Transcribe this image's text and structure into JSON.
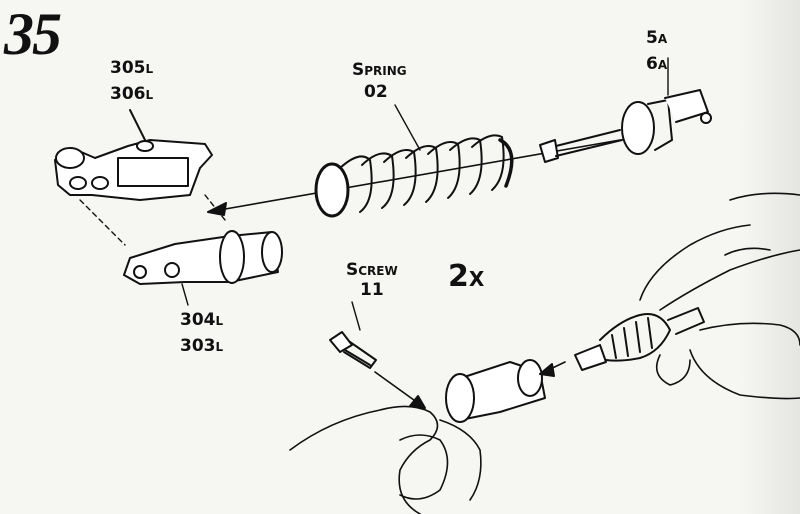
{
  "step": "35",
  "labels": {
    "top_part_a": {
      "num": "305",
      "suffix": "L"
    },
    "top_part_b": {
      "num": "306",
      "suffix": "L"
    },
    "spring_word": {
      "cap": "S",
      "rest": "PRING"
    },
    "spring_num": "02",
    "rod_part_a": {
      "num": "5",
      "suffix": "A"
    },
    "rod_part_b": {
      "num": "6",
      "suffix": "A"
    },
    "lower_part_a": {
      "num": "304",
      "suffix": "L"
    },
    "lower_part_b": {
      "num": "303",
      "suffix": "L"
    },
    "screw_word": {
      "cap": "S",
      "rest": "CREW"
    },
    "screw_num": "11",
    "multiplier": {
      "num": "2",
      "suffix": "X"
    }
  },
  "icons": [
    "bracket-part-icon",
    "spring-icon",
    "rod-icon",
    "cylinder-part-icon",
    "screw-icon",
    "hand-icon",
    "assembly-icon",
    "arrow-icon"
  ],
  "colors": {
    "ink": "#111111",
    "paper": "#f6f6f3"
  }
}
